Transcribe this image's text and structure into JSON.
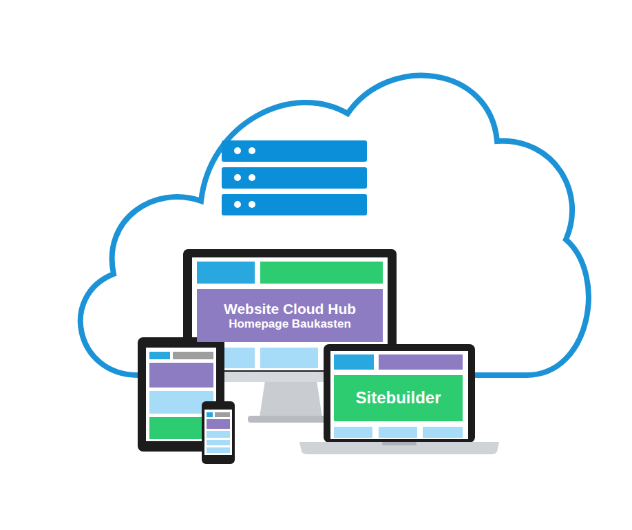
{
  "diagram": {
    "nodes": [
      {
        "text": [
          "Website Cloud Hub",
          "Homepage Baukasten"
        ]
      },
      {
        "text": [
          "Sitebuilder"
        ]
      }
    ]
  }
}
